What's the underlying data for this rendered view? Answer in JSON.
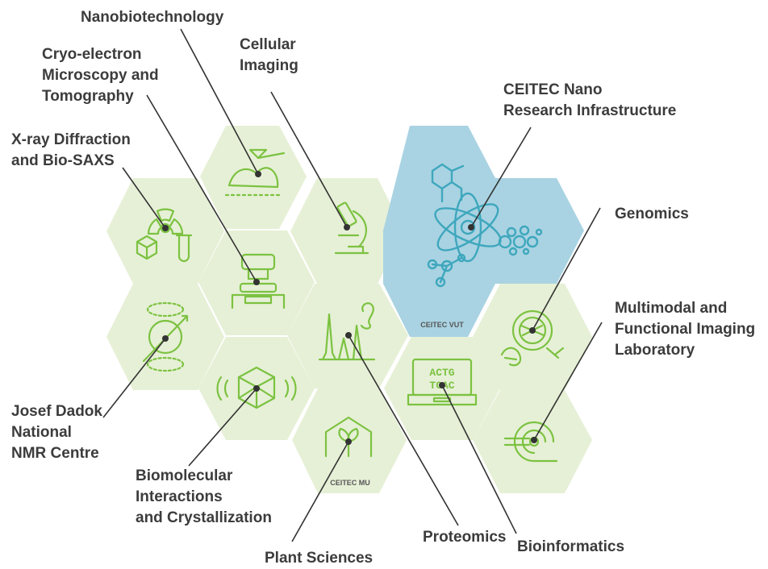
{
  "colors": {
    "hex_green": "#e6f0d6",
    "hex_blue": "#a9d3e2",
    "icon_green": "#7cc241",
    "icon_blue": "#3ea7bd",
    "text": "#3c3c3c"
  },
  "hexagons": {
    "ceitec_vut_caption": "CEITEC VUT",
    "ceitec_mu_caption": "CEITEC MU",
    "bioinformatics_screen_line1": "ACTG",
    "bioinformatics_screen_line2": "TGAC"
  },
  "labels": {
    "nanobiotechnology": "Nanobiotechnology",
    "cryo_em": "Cryo-electron\nMicroscopy and\nTomography",
    "cellular_imaging": "Cellular\nImaging",
    "xray": "X-ray Diffraction\nand Bio-SAXS",
    "ceitec_nano": "CEITEC Nano\nResearch Infrastructure",
    "genomics": "Genomics",
    "multimodal": "Multimodal and\nFunctional Imaging\nLaboratory",
    "nmr": "Josef Dadok\nNational\nNMR Centre",
    "biomolecular": "Biomolecular\nInteractions\nand Crystallization",
    "proteomics": "Proteomics",
    "bioinformatics": "Bioinformatics",
    "plant_sciences": "Plant Sciences"
  }
}
